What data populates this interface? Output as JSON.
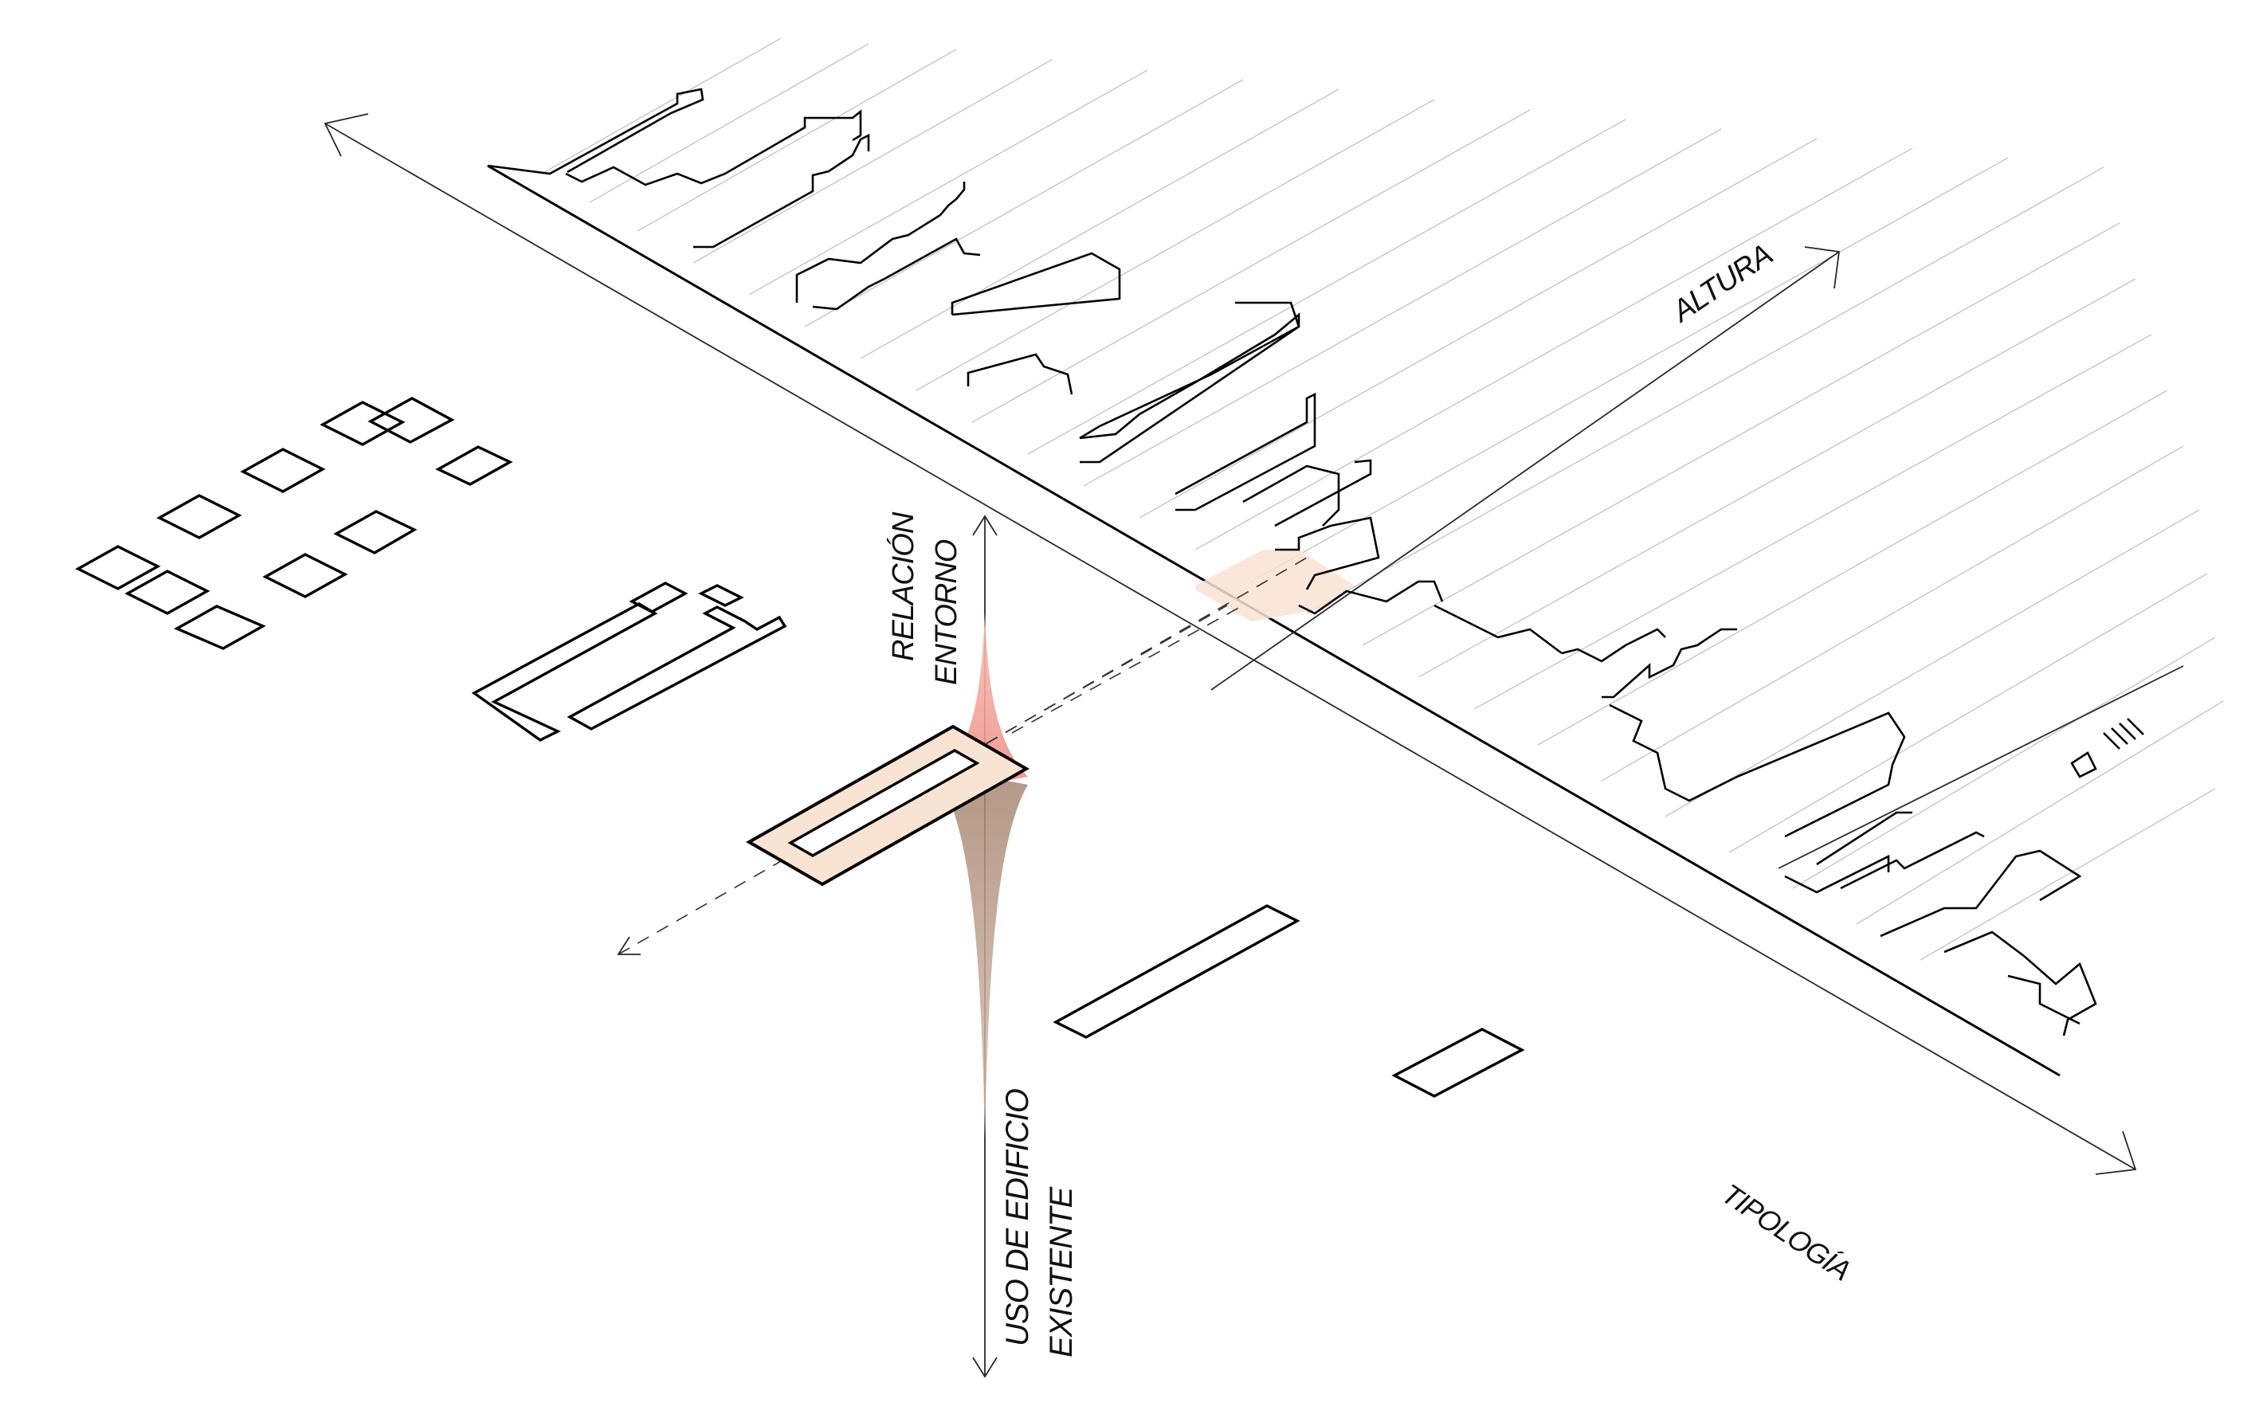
{
  "labels": {
    "altura": "ALTURA",
    "tipologia": "TIPOLOGÍA",
    "relacion_line1": "RELACIÓN",
    "relacion_line2": "ENTORNO",
    "uso_line1": "USO DE EDIFICIO",
    "uso_line2": "EXISTENTE"
  },
  "colors": {
    "line": "#000000",
    "guide": "#bdbdbd",
    "highlight_fill": "#f9e3d2",
    "spike_top": "#f2a69a",
    "spike_bottom": "#b49480"
  }
}
